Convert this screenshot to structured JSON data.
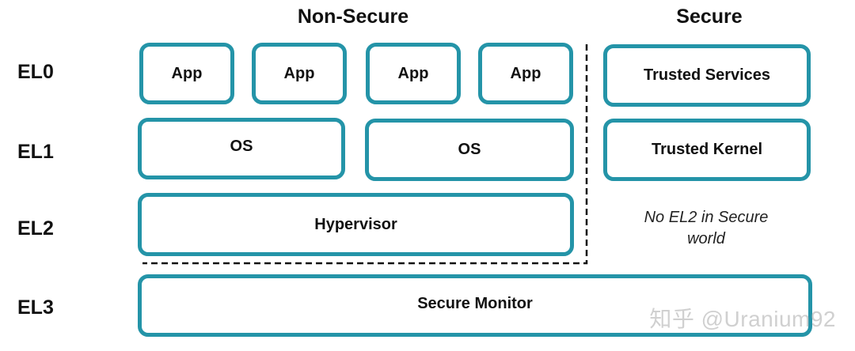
{
  "columns": {
    "non_secure": "Non-Secure",
    "secure": "Secure"
  },
  "levels": {
    "el0": "EL0",
    "el1": "EL1",
    "el2": "EL2",
    "el3": "EL3"
  },
  "non_secure": {
    "el0_apps": [
      "App",
      "App",
      "App",
      "App"
    ],
    "el1_os": [
      "OS",
      "OS"
    ],
    "el2": "Hypervisor"
  },
  "secure": {
    "el0": "Trusted Services",
    "el1": "Trusted Kernel",
    "el2_note_line1": "No EL2 in Secure",
    "el2_note_line2": "world"
  },
  "el3": "Secure Monitor",
  "watermark": "知乎 @Uranium92",
  "colors": {
    "box_border": "#2494a8",
    "text": "#111111",
    "boundary": "#111111"
  }
}
